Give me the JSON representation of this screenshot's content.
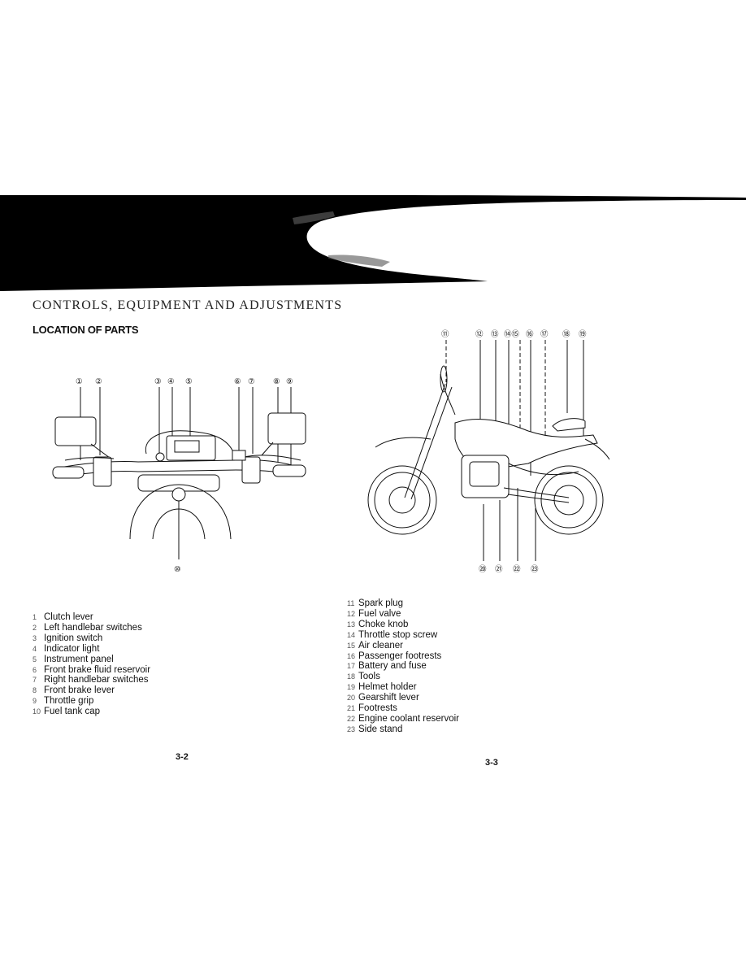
{
  "header": {
    "section_title": "CONTROLS, EQUIPMENT AND ADJUSTMENTS",
    "page_heading": "LOCATION OF PARTS"
  },
  "left_figure": {
    "callouts": [
      "①",
      "②",
      "③",
      "④",
      "⑤",
      "⑥",
      "⑦",
      "⑧",
      "⑨",
      "⑩"
    ]
  },
  "right_figure": {
    "callouts_top": [
      "⑪",
      "⑫",
      "⑬",
      "⑭⑮",
      "⑯",
      "⑰",
      "⑱",
      "⑲"
    ],
    "callouts_bottom": [
      "⑳",
      "㉑",
      "㉒",
      "㉓"
    ]
  },
  "left_legend": [
    {
      "num": "1",
      "label": "Clutch lever"
    },
    {
      "num": "2",
      "label": "Left handlebar switches"
    },
    {
      "num": "3",
      "label": "Ignition switch"
    },
    {
      "num": "4",
      "label": "Indicator light"
    },
    {
      "num": "5",
      "label": "Instrument panel"
    },
    {
      "num": "6",
      "label": "Front brake fluid reservoir"
    },
    {
      "num": "7",
      "label": "Right handlebar switches"
    },
    {
      "num": "8",
      "label": "Front brake lever"
    },
    {
      "num": "9",
      "label": "Throttle grip"
    },
    {
      "num": "10",
      "label": "Fuel tank cap"
    }
  ],
  "right_legend": [
    {
      "num": "11",
      "label": "Spark plug"
    },
    {
      "num": "12",
      "label": "Fuel valve"
    },
    {
      "num": "13",
      "label": "Choke knob"
    },
    {
      "num": "14",
      "label": "Throttle stop screw"
    },
    {
      "num": "15",
      "label": "Air cleaner"
    },
    {
      "num": "16",
      "label": "Passenger footrests"
    },
    {
      "num": "17",
      "label": "Battery and fuse"
    },
    {
      "num": "18",
      "label": "Tools"
    },
    {
      "num": "19",
      "label": "Helmet holder"
    },
    {
      "num": "20",
      "label": "Gearshift lever"
    },
    {
      "num": "21",
      "label": "Footrests"
    },
    {
      "num": "22",
      "label": "Engine coolant reservoir"
    },
    {
      "num": "23",
      "label": "Side stand"
    }
  ],
  "page_numbers": {
    "left": "3-2",
    "right": "3-3"
  }
}
